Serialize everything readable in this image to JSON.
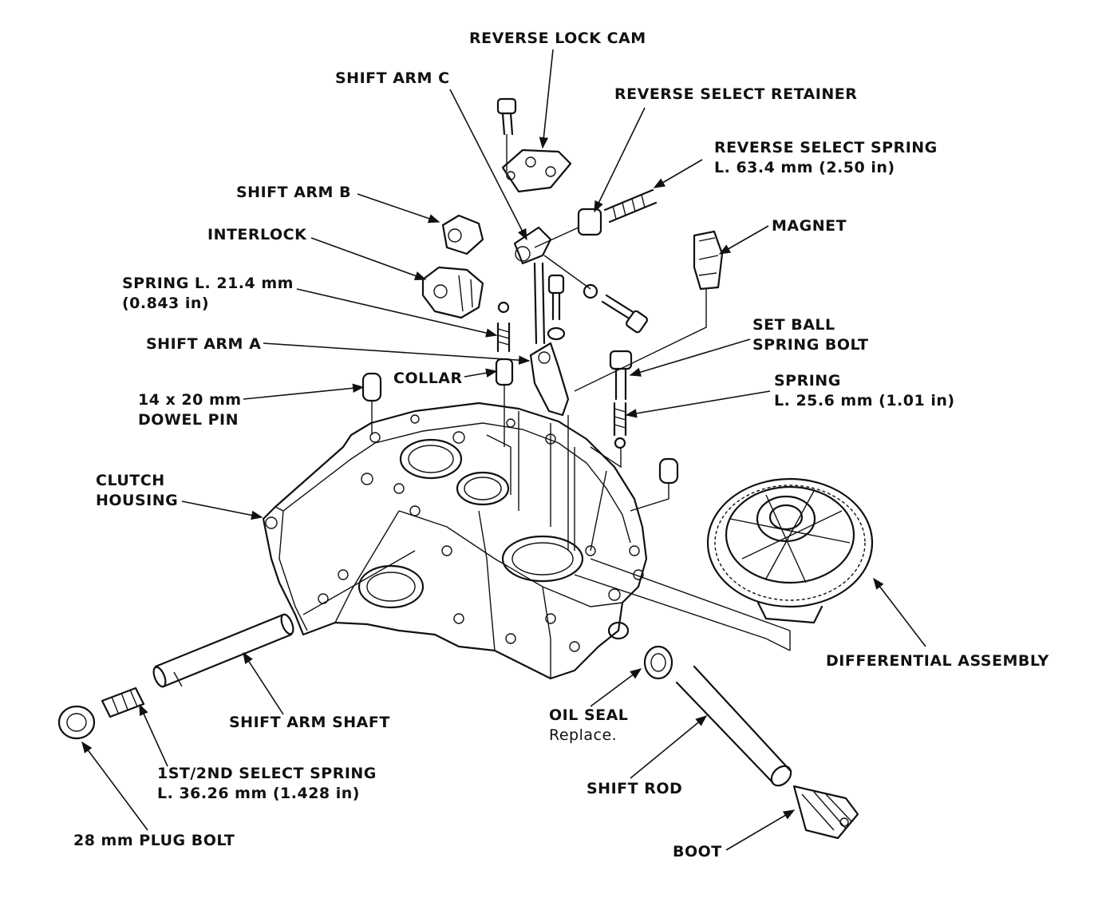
{
  "labels": {
    "reverse_lock_cam": "REVERSE LOCK CAM",
    "shift_arm_c": "SHIFT ARM C",
    "reverse_select_retainer": "REVERSE SELECT RETAINER",
    "reverse_select_spring_name": "REVERSE SELECT SPRING",
    "reverse_select_spring_length": "L. 63.4 mm (2.50 in)",
    "shift_arm_b": "SHIFT ARM B",
    "magnet": "MAGNET",
    "interlock": "INTERLOCK",
    "spring_l_line1": "SPRING L. 21.4 mm",
    "spring_l_line2": "(0.843 in)",
    "set_ball_line1": "SET BALL",
    "set_ball_line2": "SPRING BOLT",
    "shift_arm_a": "SHIFT ARM A",
    "collar": "COLLAR",
    "spring_name": "SPRING",
    "spring_length": "L. 25.6 mm (1.01 in)",
    "dowel_line1": "14 x 20 mm",
    "dowel_line2": "DOWEL PIN",
    "clutch_line1": "CLUTCH",
    "clutch_line2": "HOUSING",
    "differential_assembly": "DIFFERENTIAL ASSEMBLY",
    "shift_arm_shaft": "SHIFT ARM SHAFT",
    "oil_seal": "OIL SEAL",
    "oil_seal_note": "Replace.",
    "select_spring_line1": "1ST/2ND SELECT SPRING",
    "select_spring_line2": "L. 36.26 mm (1.428 in)",
    "shift_rod": "SHIFT ROD",
    "plug_bolt": "28 mm PLUG BOLT",
    "boot": "BOOT"
  }
}
